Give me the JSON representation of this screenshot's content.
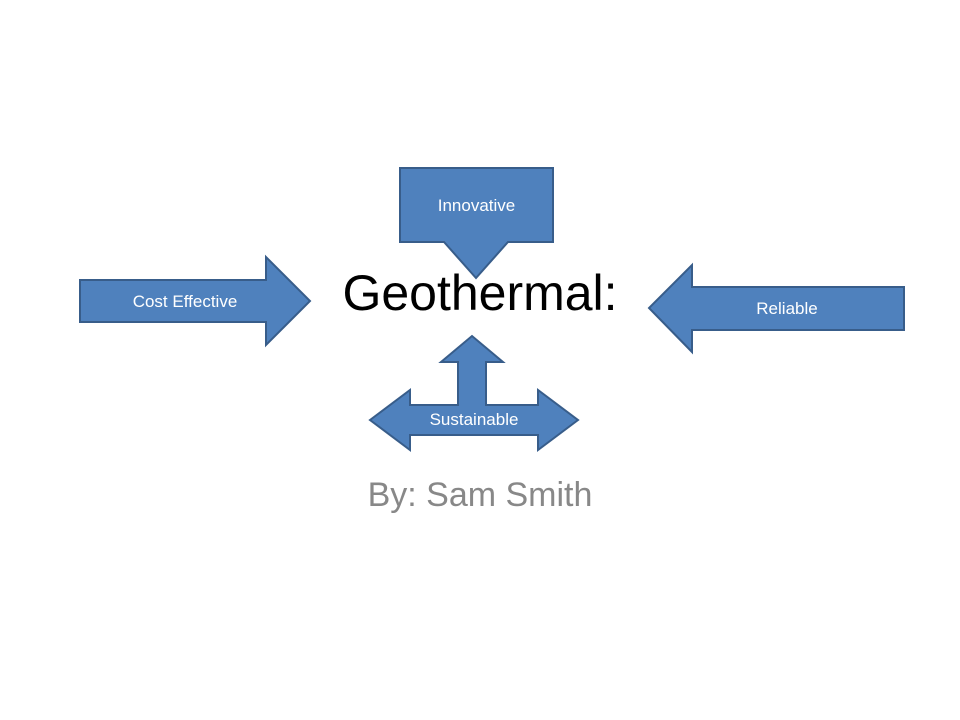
{
  "slide": {
    "title": "Geothermal:",
    "subtitle": "By: Sam Smith"
  },
  "callouts": {
    "innovative": "Innovative",
    "cost_effective": "Cost Effective",
    "reliable": "Reliable",
    "sustainable": "Sustainable"
  },
  "colors": {
    "shape_fill": "#4f81bd",
    "shape_border": "#385d8a",
    "label_text": "#ffffff",
    "title_text": "#000000",
    "subtitle_text": "#888888"
  }
}
